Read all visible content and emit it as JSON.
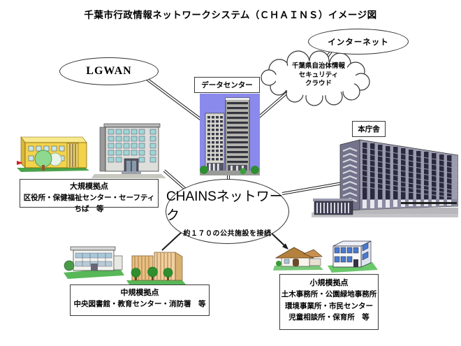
{
  "title": "千葉市行政情報ネットワークシステム（ＣＨＡＩＮＳ）イメージ図",
  "colors": {
    "datacenter_bg": "#8a8aec",
    "line": "#1a1a1a",
    "lawn_green": "#58b858"
  },
  "nodes": {
    "lgwan": {
      "label": "LGWAN"
    },
    "internet": {
      "label": "インターネット"
    },
    "security_cloud": {
      "line1": "千葉県自治体情報",
      "line2": "セキュリティ",
      "line3": "クラウド"
    },
    "data_center": {
      "label": "データセンター"
    },
    "main_office": {
      "label": "本庁舎"
    },
    "chains": {
      "name": "CHAINSネットワーク",
      "caption": "約１７０の公共施設を接続"
    },
    "large_sites": {
      "title": "大規模拠点",
      "desc": "区役所・保健福祉センター・セーフティちば　等"
    },
    "medium_sites": {
      "title": "中規模拠点",
      "desc": "中央図書館・教育センター・消防署　等"
    },
    "small_sites": {
      "title": "小規模拠点",
      "desc1": "土木事務所・公園緑地事務所",
      "desc2": "環境事業所・市民センター",
      "desc3": "児童相談所・保育所　等"
    }
  }
}
